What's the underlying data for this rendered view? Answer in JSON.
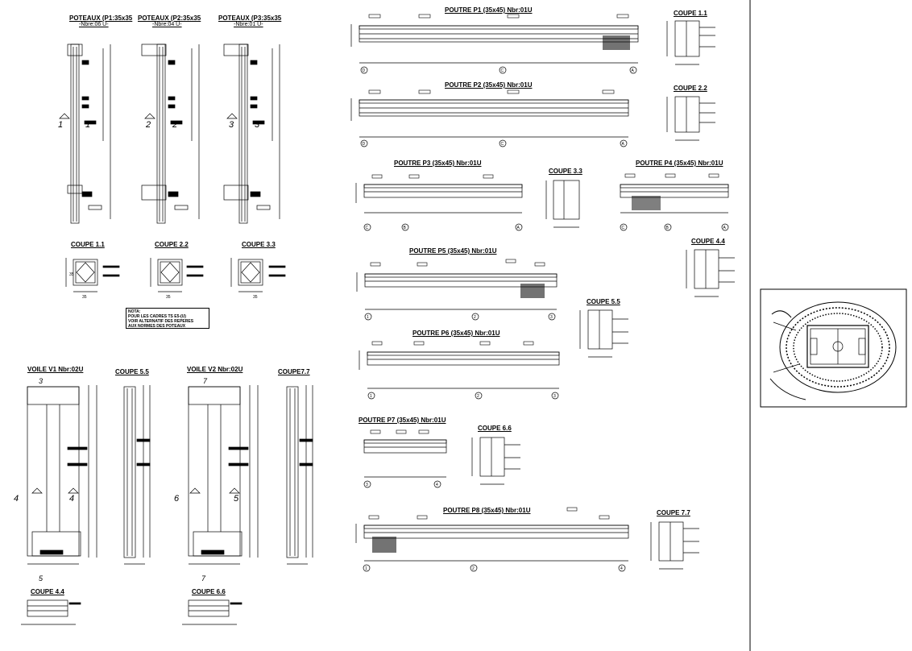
{
  "columns": [
    {
      "title": "POTEAUX (P1:35x35",
      "count": "-Nbre:06 U-",
      "section": "1"
    },
    {
      "title": "POTEAUX (P2:35x35",
      "count": "-Nbre:04 U-",
      "section": "2"
    },
    {
      "title": "POTEAUX (P3:35x35",
      "count": "-Nbre:01 U-",
      "section": "3"
    }
  ],
  "column_sections": [
    "COUPE 1.1",
    "COUPE 2.2",
    "COUPE 3.3"
  ],
  "note": {
    "title": "NOTA:",
    "lines": [
      "POUR LES CADRES TS  E5-(U)",
      "VOIR ALTERNATIF DES REPÈRES",
      "AUX NORMES DES POTEAUX"
    ]
  },
  "walls": [
    {
      "title": "VOILE V1  Nbr:02U",
      "cut_section": "COUPE 5.5",
      "section_marks": [
        "3",
        "4",
        "4",
        "5"
      ],
      "base_section": "COUPE 4.4"
    },
    {
      "title": "VOILE V2  Nbr:02U",
      "cut_section": "COUPE7.7",
      "section_marks": [
        "7",
        "6",
        "5",
        "7"
      ],
      "base_section": "COUPE 6.6"
    }
  ],
  "beams": [
    {
      "title": "POUTRE P1 (35x45) Nbr:01U",
      "section": "COUPE 1.1",
      "axes": [
        "D",
        "C",
        "A"
      ]
    },
    {
      "title": "POUTRE P2 (35x45) Nbr:01U",
      "section": "COUPE 2.2",
      "axes": [
        "D",
        "C",
        "A"
      ]
    },
    {
      "title": "POUTRE P3 (35x45) Nbr:01U",
      "section": "COUPE 3.3",
      "axes": [
        "C",
        "B",
        "A"
      ]
    },
    {
      "title": "POUTRE P4 (35x45) Nbr:01U",
      "section": "",
      "axes": [
        "C",
        "B",
        "A"
      ]
    },
    {
      "title": "POUTRE P5 (35x45) Nbr:01U",
      "section": "COUPE 4.4",
      "axes": [
        "1",
        "2",
        "3"
      ]
    },
    {
      "title": "POUTRE P6 (35x45) Nbr:01U",
      "section": "COUPE 5.5",
      "axes": [
        "1",
        "2",
        "3"
      ]
    },
    {
      "title": "POUTRE P7 (35x45) Nbr:01U",
      "section": "COUPE 6.6",
      "axes": [
        "3",
        "4"
      ]
    },
    {
      "title": "POUTRE P8 (35x45) Nbr:01U",
      "section": "COUPE 7.7",
      "axes": [
        "1",
        "2",
        "4"
      ]
    }
  ],
  "dims": {
    "column": "35",
    "beam_w": "35",
    "beam_h": "45"
  }
}
